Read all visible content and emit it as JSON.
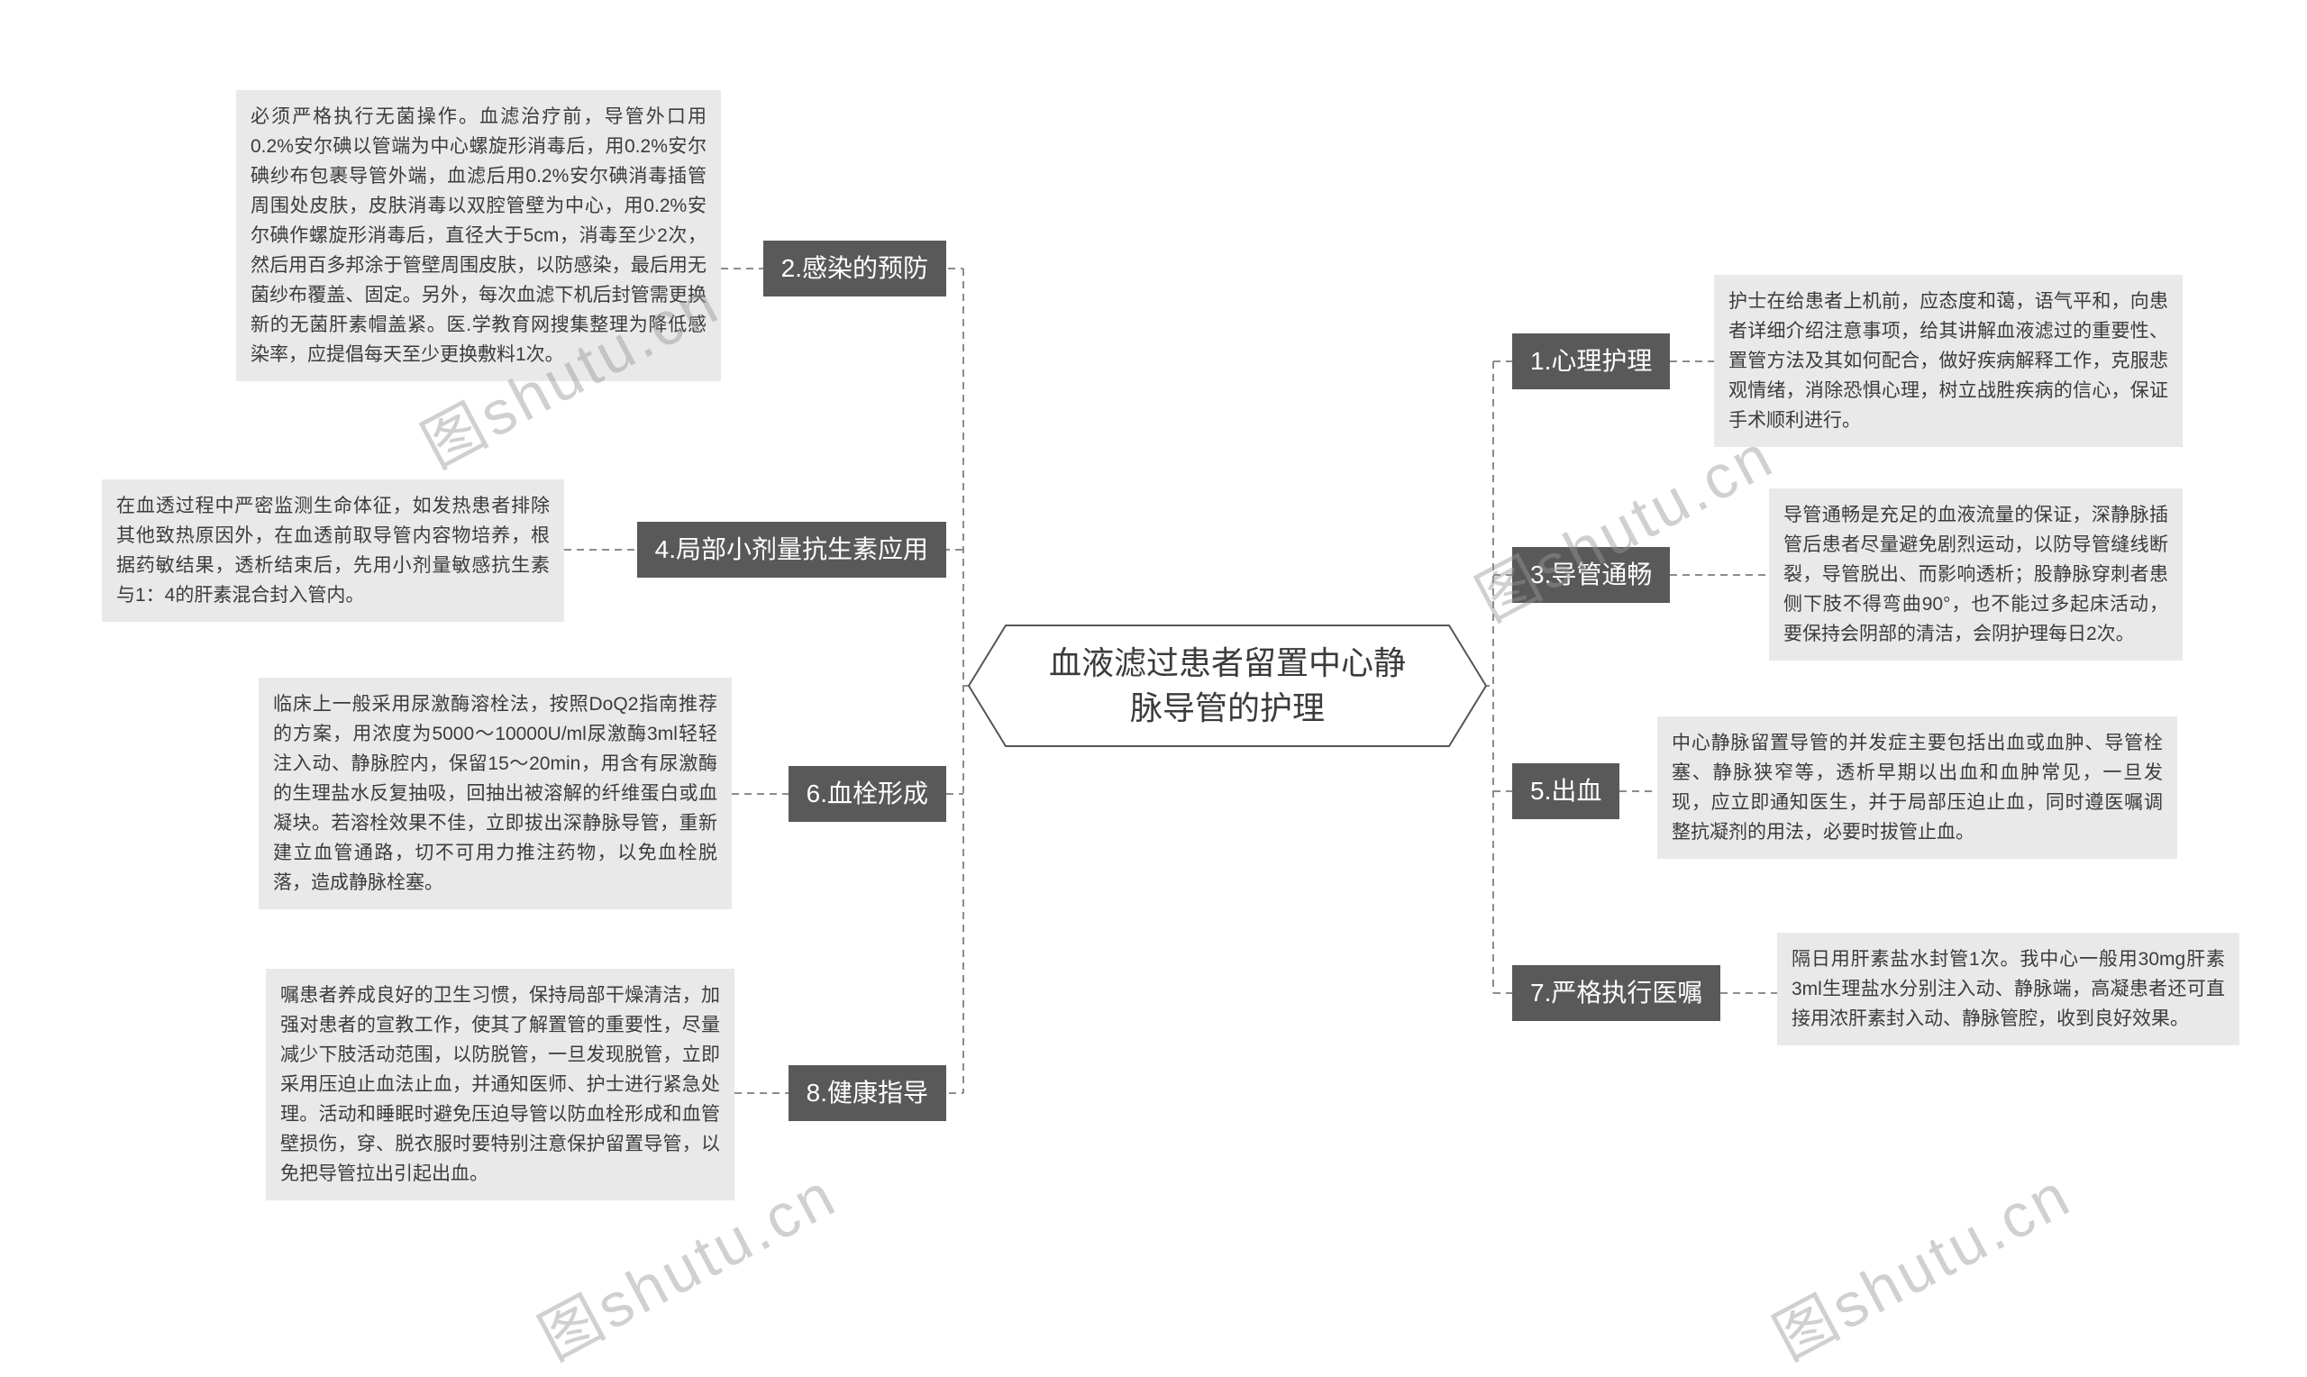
{
  "center": {
    "title": "血液滤过患者留置中心静脉导管的护理"
  },
  "watermark": {
    "text": "图shutu.cn"
  },
  "branches": {
    "left": [
      {
        "label": "2.感染的预防",
        "detail": "必须严格执行无菌操作。血滤治疗前，导管外口用0.2%安尔碘以管端为中心螺旋形消毒后，用0.2%安尔碘纱布包裹导管外端，血滤后用0.2%安尔碘消毒插管周围处皮肤，皮肤消毒以双腔管壁为中心，用0.2%安尔碘作螺旋形消毒后，直径大于5cm，消毒至少2次，然后用百多邦涂于管壁周围皮肤，以防感染，最后用无菌纱布覆盖、固定。另外，每次血滤下机后封管需更换新的无菌肝素帽盖紧。医.学教育网搜集整理为降低感染率，应提倡每天至少更换敷料1次。"
      },
      {
        "label": "4.局部小剂量抗生素应用",
        "detail": "在血透过程中严密监测生命体征，如发热患者排除其他致热原因外，在血透前取导管内容物培养，根据药敏结果，透析结束后，先用小剂量敏感抗生素与1：4的肝素混合封入管内。"
      },
      {
        "label": "6.血栓形成",
        "detail": "临床上一般采用尿激酶溶栓法，按照DoQ2指南推荐的方案，用浓度为5000～10000U/ml尿激酶3ml轻轻注入动、静脉腔内，保留15～20min，用含有尿激酶的生理盐水反复抽吸，回抽出被溶解的纤维蛋白或血凝块。若溶栓效果不佳，立即拔出深静脉导管，重新建立血管通路，切不可用力推注药物，以免血栓脱落，造成静脉栓塞。"
      },
      {
        "label": "8.健康指导",
        "detail": "嘱患者养成良好的卫生习惯，保持局部干燥清洁，加强对患者的宣教工作，使其了解置管的重要性，尽量减少下肢活动范围，以防脱管，一旦发现脱管，立即采用压迫止血法止血，并通知医师、护士进行紧急处理。活动和睡眠时避免压迫导管以防血栓形成和血管壁损伤，穿、脱衣服时要特别注意保护留置导管，以免把导管拉出引起出血。"
      }
    ],
    "right": [
      {
        "label": "1.心理护理",
        "detail": "护士在给患者上机前，应态度和蔼，语气平和，向患者详细介绍注意事项，给其讲解血液滤过的重要性、置管方法及其如何配合，做好疾病解释工作，克服悲观情绪，消除恐惧心理，树立战胜疾病的信心，保证手术顺利进行。"
      },
      {
        "label": "3.导管通畅",
        "detail": "导管通畅是充足的血液流量的保证，深静脉插管后患者尽量避免剧烈运动，以防导管缝线断裂，导管脱出、而影响透析；股静脉穿刺者患侧下肢不得弯曲90°，也不能过多起床活动，要保持会阴部的清洁，会阴护理每日2次。"
      },
      {
        "label": "5.出血",
        "detail": "中心静脉留置导管的并发症主要包括出血或血肿、导管栓塞、静脉狭窄等，透析早期以出血和血肿常见，一旦发现，应立即通知医生，并于局部压迫止血，同时遵医嘱调整抗凝剂的用法，必要时拔管止血。"
      },
      {
        "label": "7.严格执行医嘱",
        "detail": "隔日用肝素盐水封管1次。我中心一般用30mg肝素3ml生理盐水分别注入动、静脉端，高凝患者还可直接用浓肝素封入动、静脉管腔，收到良好效果。"
      }
    ]
  }
}
